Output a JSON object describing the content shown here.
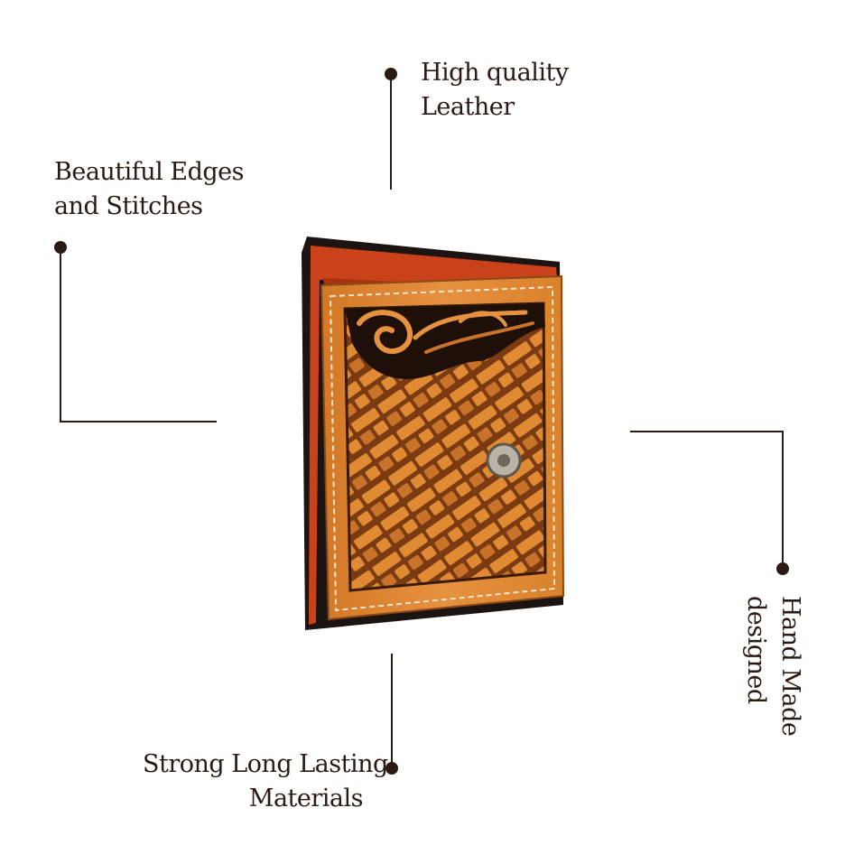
{
  "callouts": {
    "top": {
      "line1": "High quality",
      "line2": "Leather"
    },
    "left": {
      "line1": "Beautiful Edges",
      "line2": "and Stitches"
    },
    "right": {
      "line1": "Hand Made",
      "line2": "designed"
    },
    "bottom": {
      "line1": "Strong Long Lasting",
      "line2": "Materials"
    }
  },
  "colors": {
    "leather": "#d9822b",
    "leather_dark": "#7a3a12",
    "lining": "#d04a1e",
    "ink": "#2a1a12"
  },
  "product": {
    "name": "tooled-leather-trifold-wallet"
  }
}
